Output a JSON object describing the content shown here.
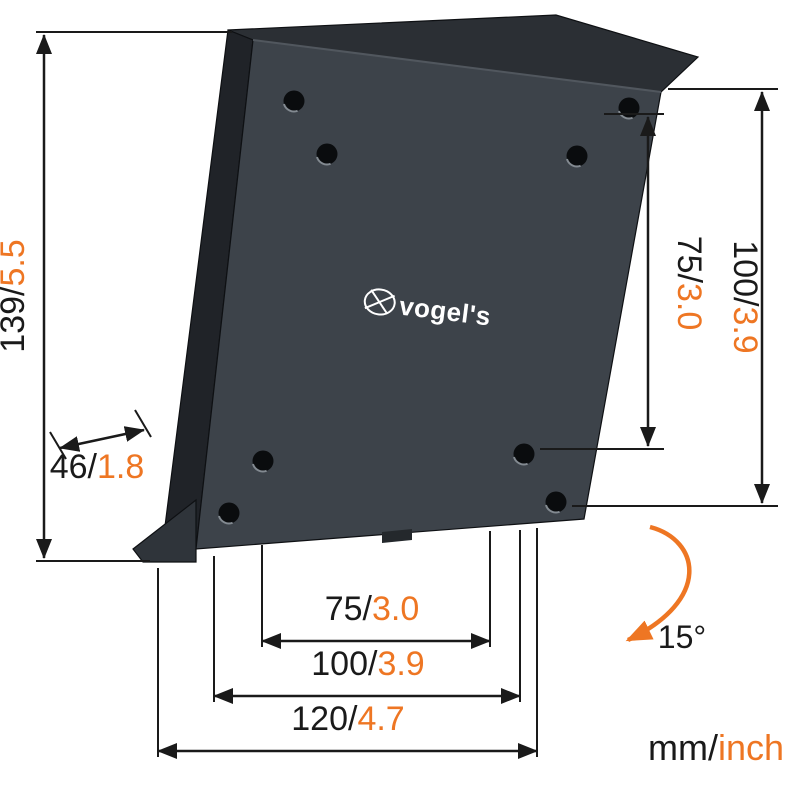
{
  "page": {
    "background": "#ffffff",
    "description": "Tilting TV wall mount dimension diagram"
  },
  "brand": {
    "logo_text": "vogel's"
  },
  "colors": {
    "mm_text": "#1a1a1a",
    "inch_text": "#ee7623",
    "dimension_line": "#1a1a1a",
    "tilt_arrow": "#ee7623",
    "plate_front": "#3d434a",
    "plate_top": "#2b2f34",
    "plate_side": "#202328",
    "plate_foot": "#2f343a"
  },
  "dimensions": {
    "total_height": {
      "mm": "139/",
      "inch": "5.5"
    },
    "depth": {
      "mm": "46/",
      "inch": "1.8"
    },
    "vesa_vertical": {
      "mm": "75/",
      "inch": "3.0"
    },
    "right_height": {
      "mm": "100/",
      "inch": "3.9"
    },
    "vesa_horizontal": {
      "mm": "75/",
      "inch": "3.0"
    },
    "vesa_horizontal_outer": {
      "mm": "100/",
      "inch": "3.9"
    },
    "bottom_width": {
      "mm": "120/",
      "inch": "4.7"
    },
    "tilt": {
      "angle": "15°"
    }
  },
  "legend": {
    "mm": "mm/",
    "inch": "inch"
  }
}
